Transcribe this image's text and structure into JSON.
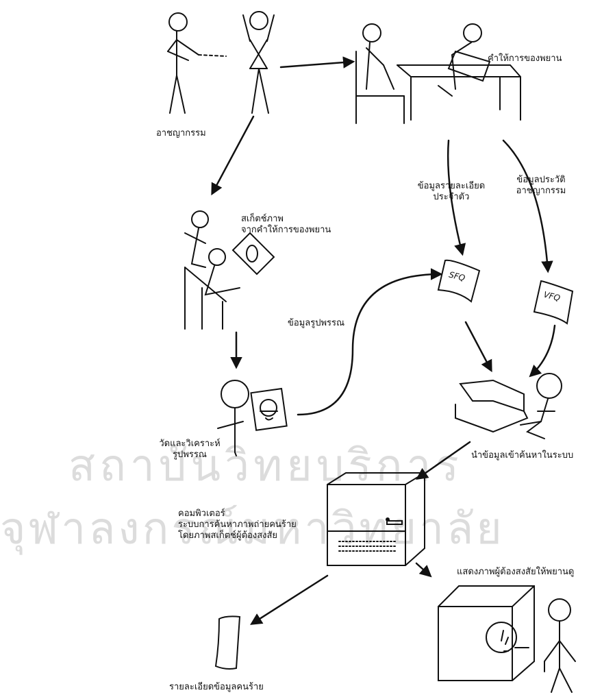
{
  "watermark": {
    "line1": "สถาบันวิทยบริการ",
    "line2": "จุฬาลงกรณ์มหาวิทยาลัย"
  },
  "labels": {
    "crime": "อาชญากรรม",
    "witness_statement": "คำให้การของพยาน",
    "personal_details": [
      "ข้อมูลรายละเอียด",
      "ประจำตัว"
    ],
    "criminal_history": [
      "ข้อมูลประวัติ",
      "อาชญากรรม"
    ],
    "sketch": [
      "สเก็ตช์ภาพ",
      "จากคำให้การของพยาน"
    ],
    "facial_data": "ข้อมูลรูปพรรณ",
    "measure_analyze": [
      "วัดและวิเคราะห์",
      "รูปพรรณ"
    ],
    "input_search": "นำข้อมูลเข้าค้นหาในระบบ",
    "computer_system": [
      "คอมพิวเตอร์",
      "ระบบการค้นหาภาพถ่ายคนร้าย",
      "โดยภาพสเก็ตช์ผู้ต้องสงสัย"
    ],
    "show_suspect": "แสดงภาพผู้ต้องสงสัยให้พยานดู",
    "criminal_details": "รายละเอียดข้อมูลคนร้าย"
  },
  "forms": {
    "sfq": "SFQ",
    "vfq": "VFQ"
  }
}
